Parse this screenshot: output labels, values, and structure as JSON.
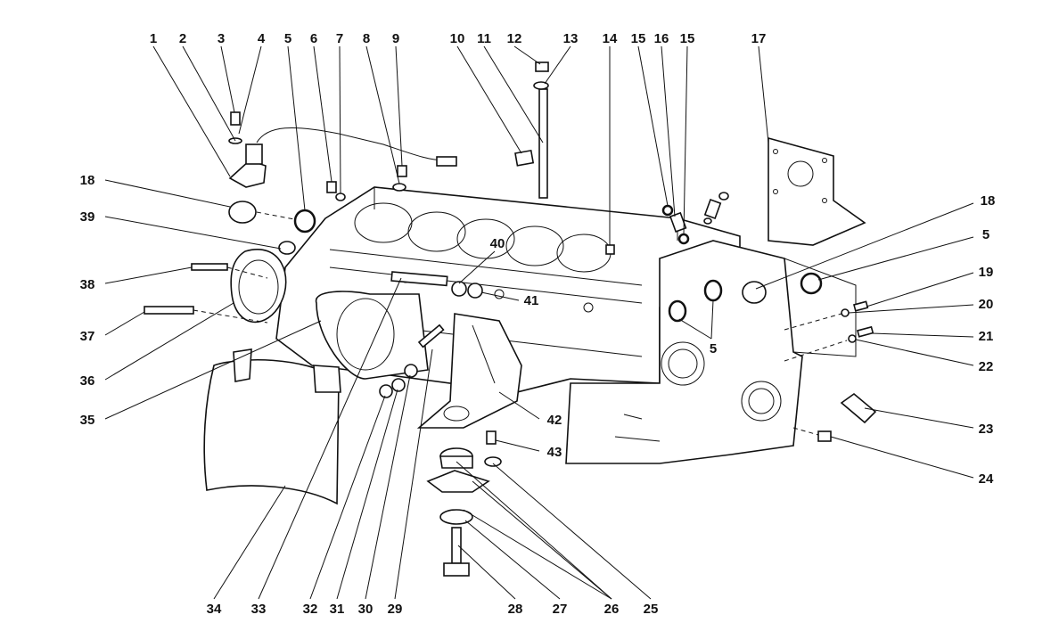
{
  "callouts": [
    "1",
    "2",
    "3",
    "4",
    "5",
    "6",
    "7",
    "8",
    "9",
    "10",
    "11",
    "12",
    "13",
    "14",
    "15",
    "16",
    "15",
    "17",
    "18",
    "39",
    "38",
    "37",
    "36",
    "35",
    "34",
    "33",
    "32",
    "31",
    "30",
    "29",
    "28",
    "27",
    "26",
    "25",
    "40",
    "41",
    "42",
    "43",
    "18",
    "5",
    "19",
    "20",
    "21",
    "22",
    "23",
    "24",
    "5"
  ]
}
